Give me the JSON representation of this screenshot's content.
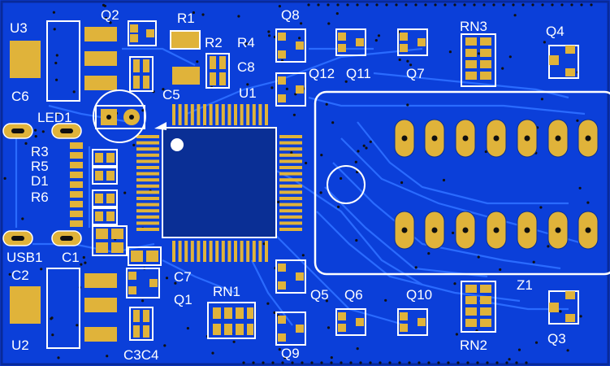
{
  "colors": {
    "board": "#0b3fd9",
    "board_dark": "#082a9a",
    "trace": "#1f63ff",
    "copper": "#e0b33a",
    "silk": "#ffffff",
    "via": "#101010",
    "chip": "#0a2f95"
  },
  "labels": {
    "u3": "U3",
    "c6": "C6",
    "q2": "Q2",
    "r1": "R1",
    "r2": "R2",
    "r4": "R4",
    "c8": "C8",
    "q8": "Q8",
    "q12": "Q12",
    "q11": "Q11",
    "q7": "Q7",
    "rn3": "RN3",
    "q4": "Q4",
    "c5": "C5",
    "u1": "U1",
    "led1": "LED1",
    "r3": "R3",
    "r5": "R5",
    "d1": "D1",
    "r6": "R6",
    "usb1": "USB1",
    "c1": "C1",
    "c2": "C2",
    "u2": "U2",
    "c7": "C7",
    "q1": "Q1",
    "rn1": "RN1",
    "c3c4": "C3C4",
    "q5": "Q5",
    "q6": "Q6",
    "q10": "Q10",
    "q9": "Q9",
    "rn2": "RN2",
    "z1": "Z1",
    "q3": "Q3"
  }
}
